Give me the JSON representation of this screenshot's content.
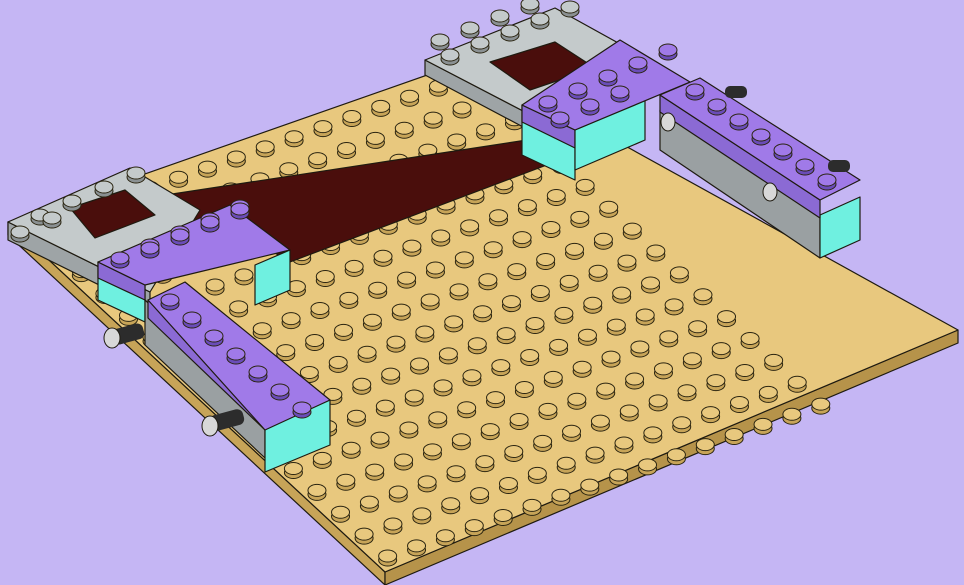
{
  "scene": {
    "background": "#c5b6f4",
    "baseplate": {
      "color": "#e8c87e",
      "side_color": "#c7a458",
      "studs_across": 16,
      "studs_deep": 16
    },
    "parts": [
      {
        "name": "left-gray-plate",
        "color": "#c4cacb"
      },
      {
        "name": "back-gray-plate",
        "color": "#c4cacb"
      },
      {
        "name": "dark-red-tile",
        "color": "#4a0e0c"
      },
      {
        "name": "left-purple-bricks",
        "color": "#a07ae8"
      },
      {
        "name": "right-purple-bricks",
        "color": "#a07ae8"
      },
      {
        "name": "turquoise-supports",
        "color": "#6ff0e0"
      },
      {
        "name": "axle-pins",
        "color": "#2c2c2c"
      }
    ]
  }
}
